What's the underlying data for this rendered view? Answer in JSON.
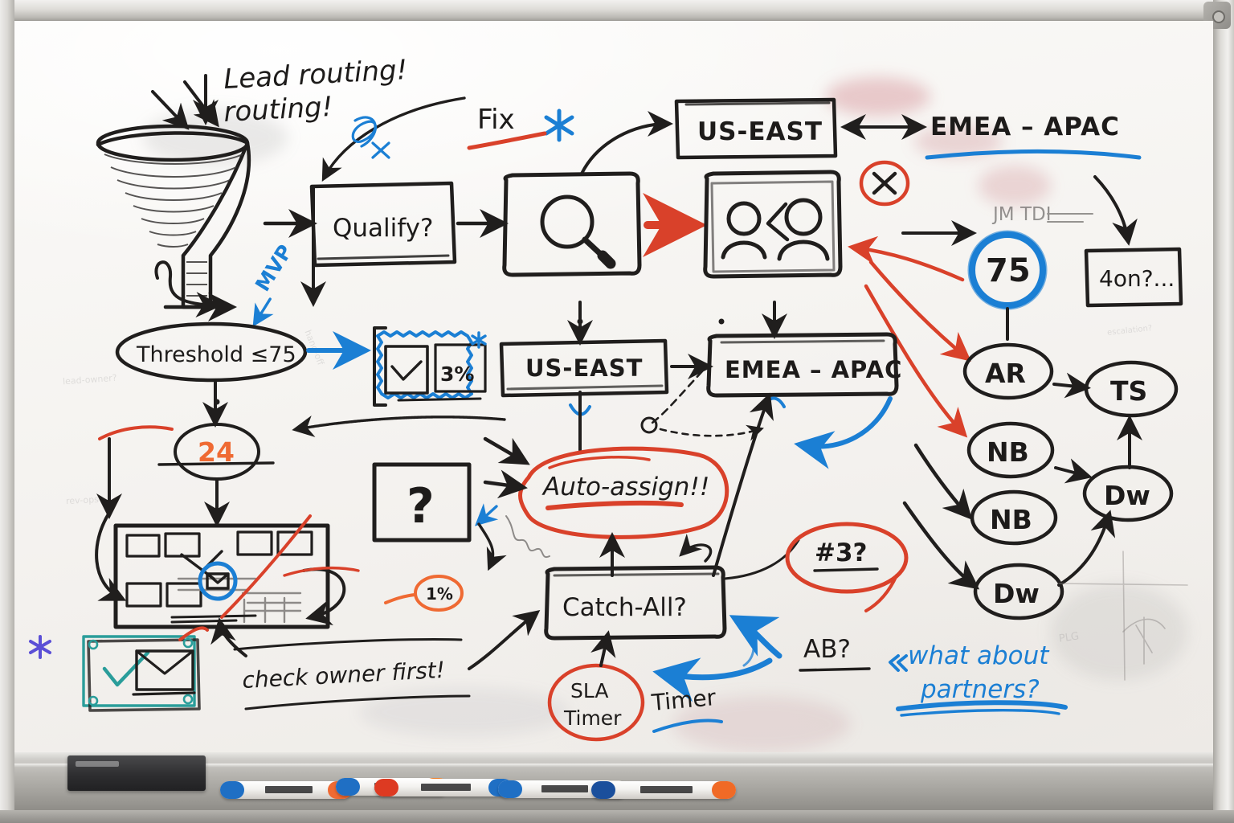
{
  "board": {
    "title_note": "Lead routing!",
    "surface_color": "#f7f5f3",
    "frame_color": "#cbc9c4"
  },
  "palette": {
    "ink_black": "#201e1d",
    "ink_red": "#d9412a",
    "ink_blue": "#1b7fd4",
    "ink_orange": "#ef6a33",
    "ink_teal": "#2a9d9a",
    "ink_purple": "#5b4fd6"
  },
  "nodes": {
    "funnel_label": "Lead routing!",
    "qualify": "Qualify?",
    "fix_note": "Fix",
    "us_east_top": "US-EAST",
    "emea_apac_top": "EMEA – APAC",
    "threshold": "Threshold ≤75",
    "count_24": "24",
    "pct_3": "3%",
    "pct_1": "1%",
    "us_east_mid": "US-EAST",
    "emea_apac_mid": "EMEA – APAC",
    "auto_assign": "Auto-assign!!",
    "catch_all": "Catch-All?",
    "sla_timer_line1": "SLA",
    "sla_timer_line2": "Timer",
    "timer_label": "Timer",
    "score_75": "75",
    "scribble_jm": "JM TDI",
    "box_4on": "4on?...",
    "hash_3": "#3?",
    "ab_note": "AB?",
    "partners_line1": "what about",
    "partners_line2": "partners?",
    "check_owner": "check owner first!",
    "mvp_note": "MVP",
    "x_mark": "X",
    "question_mark": "?"
  },
  "region_chain": {
    "left_column": [
      "AR",
      "NB",
      "NB",
      "Dw"
    ],
    "right_column": [
      "TS",
      "Dw"
    ]
  },
  "icons": {
    "funnel": "funnel-icon",
    "magnifier": "magnifier-icon",
    "people": "two-people-icon",
    "envelope": "envelope-icon",
    "checkmark": "check-icon",
    "asterisk_blue": "asterisk-icon",
    "asterisk_purple": "asterisk-icon",
    "question_block": "question-block-icon",
    "dashboard": "dashboard-wireframe-icon"
  },
  "tray": {
    "eraser_label": "eraser",
    "markers": [
      {
        "name": "marker-blue-orange",
        "cap_left": "#1f6fc4",
        "cap_right": "#ef6a33"
      },
      {
        "name": "marker-orange",
        "cap_left": "#ef5a22",
        "cap_right": "#f0852f"
      },
      {
        "name": "marker-red-blue",
        "cap_left": "#dd3a22",
        "cap_right": "#1f6fc4"
      },
      {
        "name": "marker-blue",
        "cap_left": "#1f6fc4",
        "cap_right": "#d9d7d2"
      },
      {
        "name": "marker-navy-orange",
        "cap_left": "#1a4f9c",
        "cap_right": "#f06a26"
      }
    ]
  }
}
